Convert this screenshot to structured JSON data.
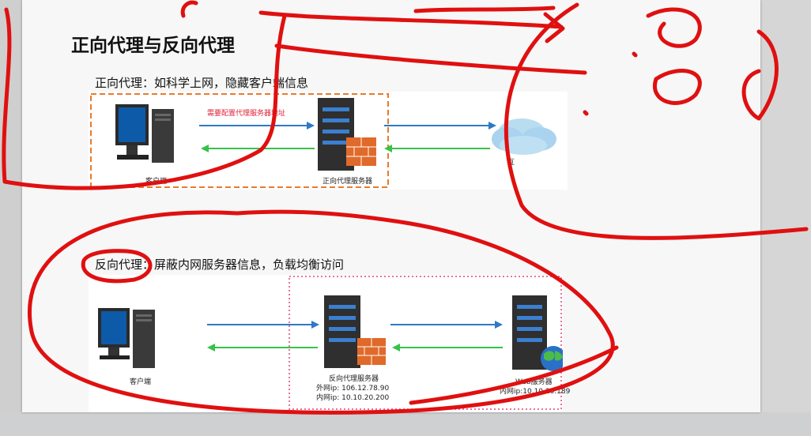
{
  "slide": {
    "title": "正向代理与反向代理",
    "forward": {
      "heading": "正向代理：如科学上网，隐藏客户端信息",
      "client_label": "客户端",
      "server_label": "正向代理服务器",
      "note_label": "需要配置代理服务器地址",
      "cloud_label": "互"
    },
    "reverse": {
      "heading": "反向代理：屏蔽内网服务器信息，负载均衡访问",
      "client_label": "客户端",
      "proxy_label": "反向代理服务器",
      "proxy_external_ip": "外网ip: 106.12.78.90",
      "proxy_internal_ip": "内网ip: 10.10.20.200",
      "web_label": "Web服务器",
      "web_ip": "内网ip:10.10.20.189"
    }
  },
  "colors": {
    "arrow_blue": "#2e79c6",
    "arrow_green": "#37c24a",
    "dashed_orange": "#e87b2c",
    "dotted_pink": "#e0447a",
    "annotation_red": "#e01010"
  }
}
